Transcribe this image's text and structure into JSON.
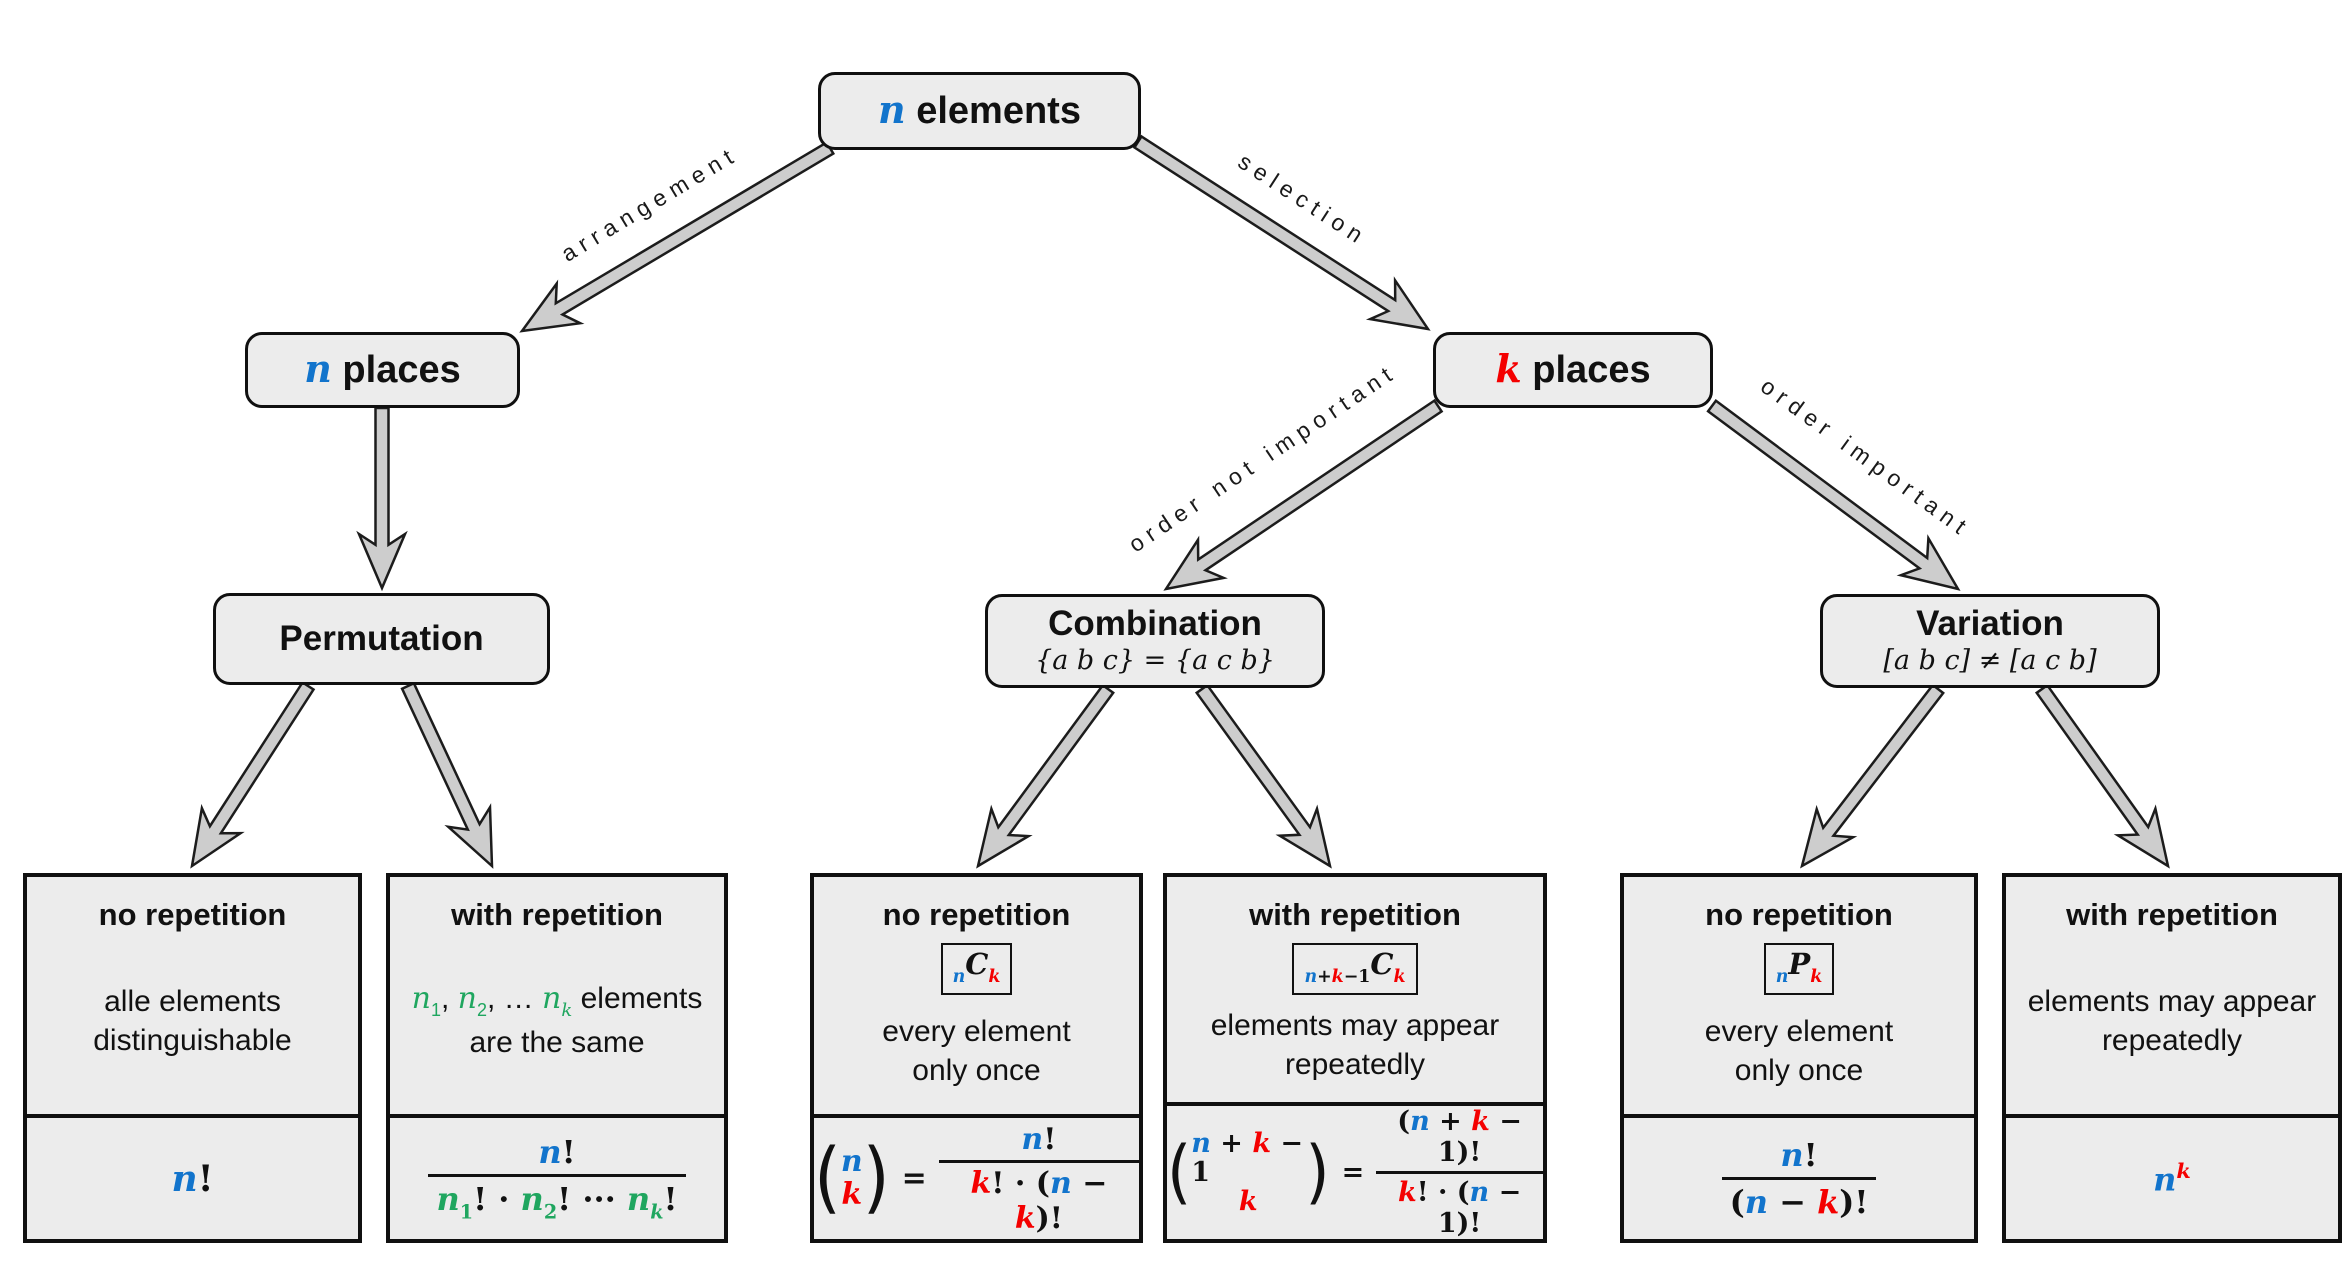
{
  "colors": {
    "blue": "#1274cc",
    "red": "#f40000",
    "green": "#1fa65f"
  },
  "nodes": {
    "root": {
      "title": [
        {
          "t": "n",
          "v": "var",
          "c": "n"
        },
        {
          "t": " elements"
        }
      ]
    },
    "n_places": {
      "title": [
        {
          "t": "n",
          "v": "var",
          "c": "n"
        },
        {
          "t": " places"
        }
      ]
    },
    "k_places": {
      "title": [
        {
          "t": "k",
          "v": "var",
          "c": "k"
        },
        {
          "t": " places"
        }
      ]
    },
    "permutation": {
      "title": "Permutation"
    },
    "combination": {
      "title": "Combination",
      "subtitle": "{a b c} = {a c b}"
    },
    "variation": {
      "title": "Variation",
      "subtitle": "[a b c] ≠ [a c b]"
    }
  },
  "edges": {
    "arrangement": "arrangement",
    "selection": "selection",
    "order_not_important": "order not important",
    "order_important": "order important"
  },
  "leaves": [
    {
      "id": "permutation-no-repetition",
      "title": "no repetition",
      "body": [
        "alle elements",
        "distinguishable"
      ],
      "formula": {
        "plain": [
          {
            "t": "n",
            "v": "var",
            "c": "n"
          },
          {
            "t": "!"
          }
        ]
      }
    },
    {
      "id": "permutation-with-repetition",
      "title": "with repetition",
      "body_math": [
        {
          "t": "n",
          "v": "var",
          "c": "g"
        },
        {
          "t": "1",
          "v": "sub",
          "c": "g"
        },
        {
          "t": ", "
        },
        {
          "t": "n",
          "v": "var",
          "c": "g"
        },
        {
          "t": "2",
          "v": "sub",
          "c": "g"
        },
        {
          "t": ", … "
        },
        {
          "t": "n",
          "v": "var",
          "c": "g"
        },
        {
          "t": "k",
          "v": "var sub",
          "c": "g"
        },
        {
          "t": " elements"
        }
      ],
      "body": [
        "are the same"
      ],
      "formula": {
        "num": [
          {
            "t": "n",
            "v": "var",
            "c": "n"
          },
          {
            "t": "!"
          }
        ],
        "den": [
          {
            "t": "n",
            "v": "var",
            "c": "g"
          },
          {
            "t": "1",
            "v": "sub",
            "c": "g"
          },
          {
            "t": "! · "
          },
          {
            "t": "n",
            "v": "var",
            "c": "g"
          },
          {
            "t": "2",
            "v": "sub",
            "c": "g"
          },
          {
            "t": "! ··· "
          },
          {
            "t": "n",
            "v": "var",
            "c": "g"
          },
          {
            "t": "k",
            "v": "var sub",
            "c": "g"
          },
          {
            "t": "!"
          }
        ]
      }
    },
    {
      "id": "combination-no-repetition",
      "title": "no repetition",
      "symbol": [
        {
          "t": "n",
          "v": "var sub",
          "c": "n"
        },
        {
          "t": "C",
          "v": "var"
        },
        {
          "t": "k",
          "v": "var sub",
          "c": "k"
        }
      ],
      "body": [
        "every element",
        "only once"
      ],
      "formula": {
        "top": [
          {
            "t": "n",
            "v": "var",
            "c": "n"
          }
        ],
        "bottom": [
          {
            "t": "k",
            "v": "var",
            "c": "k"
          }
        ],
        "eq": "=",
        "num": [
          {
            "t": "n",
            "v": "var",
            "c": "n"
          },
          {
            "t": "!"
          }
        ],
        "den": [
          {
            "t": "k",
            "v": "var",
            "c": "k"
          },
          {
            "t": "! · ("
          },
          {
            "t": "n",
            "v": "var",
            "c": "n"
          },
          {
            "t": " − "
          },
          {
            "t": "k",
            "v": "var",
            "c": "k"
          },
          {
            "t": ")!"
          }
        ]
      }
    },
    {
      "id": "combination-with-repetition",
      "title": "with repetition",
      "symbol": [
        {
          "t": "n",
          "v": "var sub",
          "c": "n"
        },
        {
          "t": "+",
          "v": "sub"
        },
        {
          "t": "k",
          "v": "var sub",
          "c": "k"
        },
        {
          "t": "−1",
          "v": "sub"
        },
        {
          "t": "C",
          "v": "var"
        },
        {
          "t": "k",
          "v": "var sub",
          "c": "k"
        }
      ],
      "body": [
        "elements may appear",
        "repeatedly"
      ],
      "formula": {
        "top": [
          {
            "t": "n",
            "v": "var",
            "c": "n"
          },
          {
            "t": " + "
          },
          {
            "t": "k",
            "v": "var",
            "c": "k"
          },
          {
            "t": " − 1"
          }
        ],
        "bottom": [
          {
            "t": "k",
            "v": "var",
            "c": "k"
          }
        ],
        "eq": "=",
        "num": [
          {
            "t": "("
          },
          {
            "t": "n",
            "v": "var",
            "c": "n"
          },
          {
            "t": " + "
          },
          {
            "t": "k",
            "v": "var",
            "c": "k"
          },
          {
            "t": " − 1)!"
          }
        ],
        "den": [
          {
            "t": "k",
            "v": "var",
            "c": "k"
          },
          {
            "t": "! · ("
          },
          {
            "t": "n",
            "v": "var",
            "c": "n"
          },
          {
            "t": " − 1)!"
          }
        ]
      }
    },
    {
      "id": "variation-no-repetition",
      "title": "no repetition",
      "symbol": [
        {
          "t": "n",
          "v": "var sub",
          "c": "n"
        },
        {
          "t": "P",
          "v": "var"
        },
        {
          "t": "k",
          "v": "var sub",
          "c": "k"
        }
      ],
      "body": [
        "every element",
        "only once"
      ],
      "formula": {
        "num": [
          {
            "t": "n",
            "v": "var",
            "c": "n"
          },
          {
            "t": "!"
          }
        ],
        "den": [
          {
            "t": "("
          },
          {
            "t": "n",
            "v": "var",
            "c": "n"
          },
          {
            "t": " − "
          },
          {
            "t": "k",
            "v": "var",
            "c": "k"
          },
          {
            "t": ")!"
          }
        ]
      }
    },
    {
      "id": "variation-with-repetition",
      "title": "with repetition",
      "body": [
        "elements may appear",
        "repeatedly"
      ],
      "formula": {
        "plain": [
          {
            "t": "n",
            "v": "var",
            "c": "n"
          },
          {
            "t": "k",
            "v": "var sup",
            "c": "k"
          }
        ]
      }
    }
  ]
}
